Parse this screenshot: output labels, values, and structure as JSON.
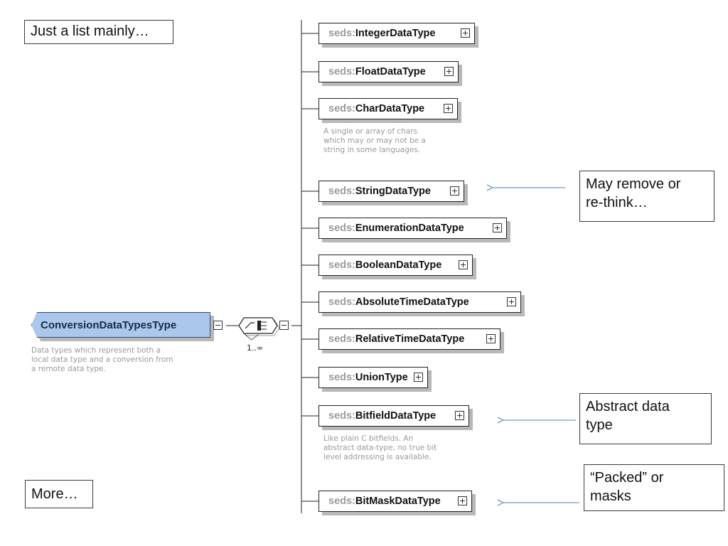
{
  "notes": {
    "list": "Just a list mainly…",
    "more": "More…",
    "remove_line1": "May remove or",
    "remove_line2": "re-think…",
    "abstract_line1": "Abstract data",
    "abstract_line2": "type",
    "packed_line1": "“Packed” or",
    "packed_line2": "masks"
  },
  "root": {
    "name": "ConversionDataTypesType",
    "doc_lines": [
      "Data types which represent both a",
      "local data type and a conversion from",
      "a remote data type."
    ]
  },
  "compositor": {
    "occurrence": "1..∞"
  },
  "prefix": "seds:",
  "elements": [
    {
      "name": "IntegerDataType"
    },
    {
      "name": "FloatDataType"
    },
    {
      "name": "CharDataType",
      "doc_lines": [
        "A single or array of chars",
        "which may or may not be a",
        "string in some languages."
      ]
    },
    {
      "name": "StringDataType"
    },
    {
      "name": "EnumerationDataType"
    },
    {
      "name": "BooleanDataType"
    },
    {
      "name": "AbsoluteTimeDataType"
    },
    {
      "name": "RelativeTimeDataType"
    },
    {
      "name": "UnionType"
    },
    {
      "name": "BitfieldDataType",
      "doc_lines": [
        "Like plain C bitfields. An",
        "abstract data-type, no true bit",
        "level addressing is available."
      ]
    },
    {
      "name": "BitMaskDataType"
    }
  ],
  "colors": {
    "root_fill": "#a9c8ec",
    "arrow": "#4f7fbf",
    "prefix_gray": "#9c9c9c",
    "doc_gray": "#9a9a9a"
  }
}
